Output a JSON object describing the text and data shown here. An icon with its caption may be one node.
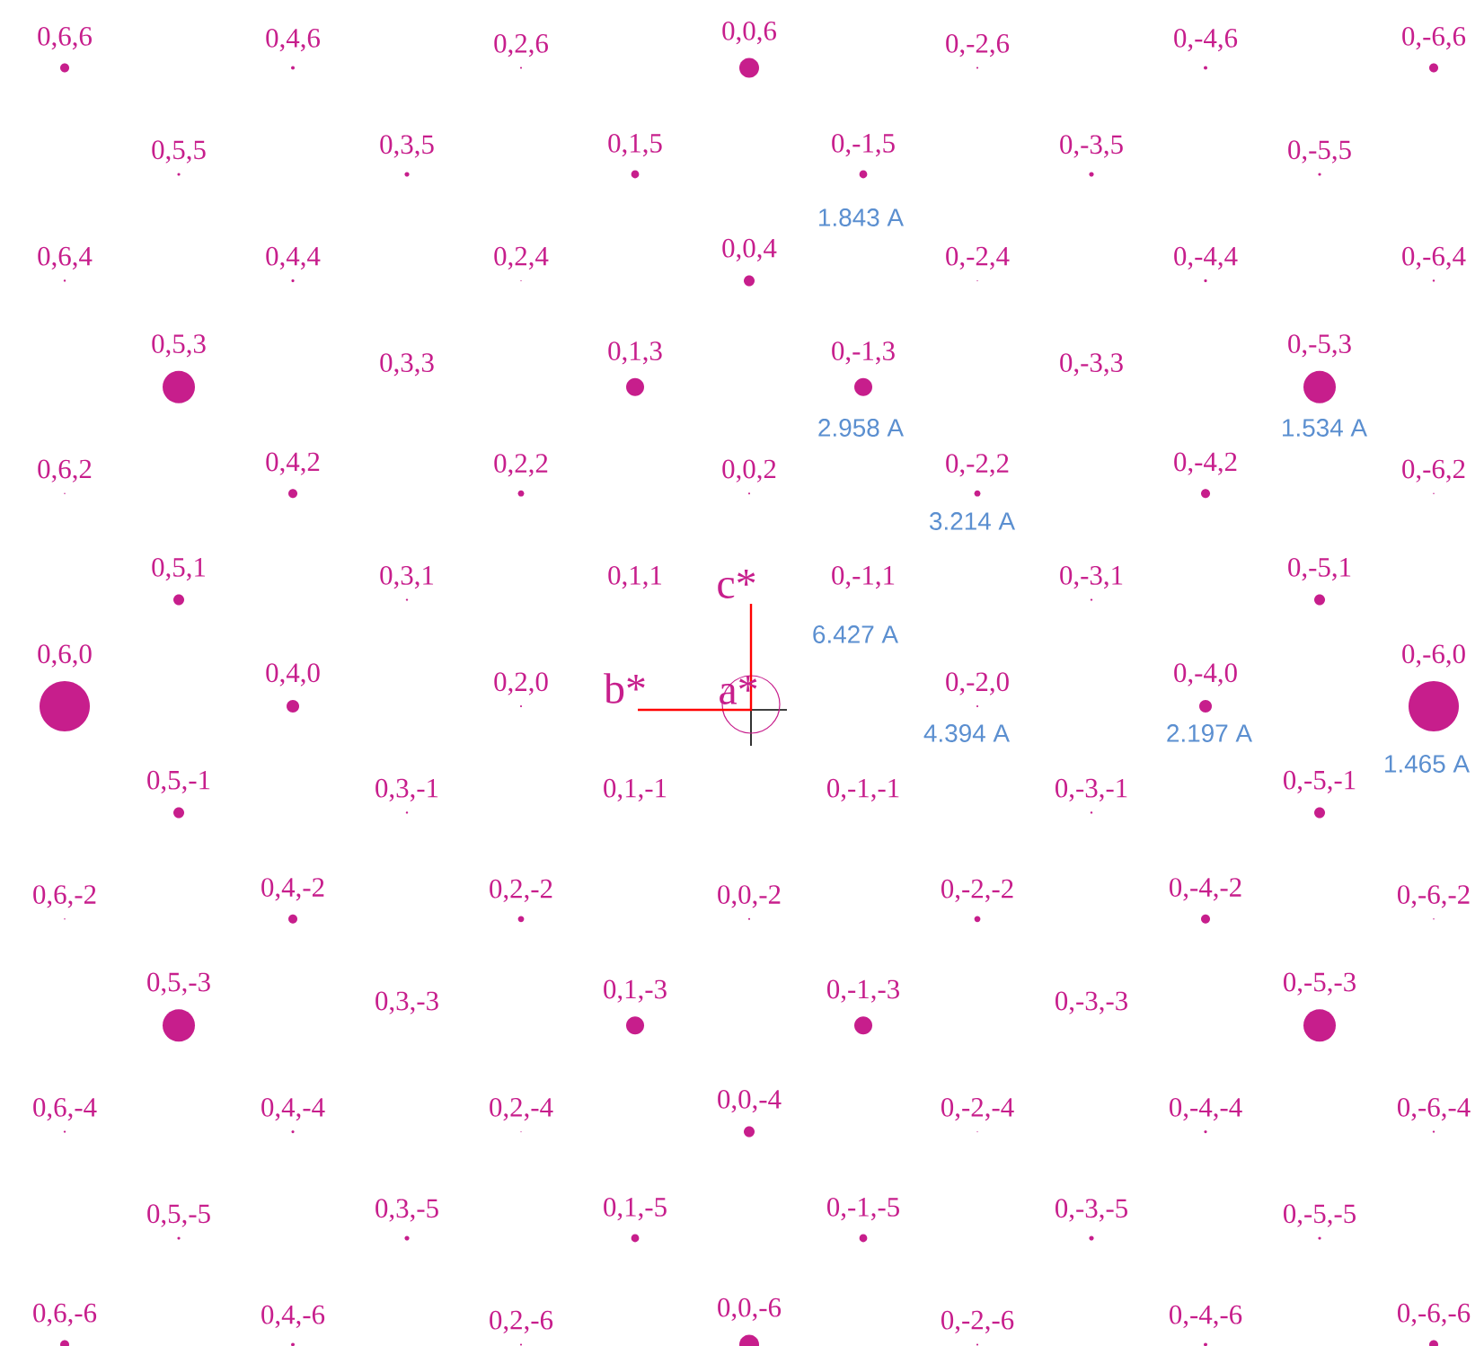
{
  "diagram": {
    "labels": [
      "0,6,6",
      "0,4,6",
      "0,2,6",
      "0,0,6",
      "0,-2,6",
      "0,-4,6",
      "0,-6,6",
      "0,5,5",
      "0,3,5",
      "0,1,5",
      "0,-1,5",
      "0,-3,5",
      "0,-5,5",
      "0,6,4",
      "0,4,4",
      "0,2,4",
      "0,0,4",
      "0,-2,4",
      "0,-4,4",
      "0,-6,4",
      "0,5,3",
      "0,3,3",
      "0,1,3",
      "0,-1,3",
      "0,-3,3",
      "0,-5,3",
      "0,6,2",
      "0,4,2",
      "0,2,2",
      "0,0,2",
      "0,-2,2",
      "0,-4,2",
      "0,-6,2",
      "0,5,1",
      "0,3,1",
      "0,1,1",
      "0,-1,1",
      "0,-3,1",
      "0,-5,1",
      "0,6,0",
      "0,4,0",
      "0,2,0",
      "0,-2,0",
      "0,-4,0",
      "0,-6,0",
      "0,5,-1",
      "0,3,-1",
      "0,1,-1",
      "0,-1,-1",
      "0,-3,-1",
      "0,-5,-1",
      "0,6,-2",
      "0,4,-2",
      "0,2,-2",
      "0,0,-2",
      "0,-2,-2",
      "0,-4,-2",
      "0,-6,-2",
      "0,5,-3",
      "0,3,-3",
      "0,1,-3",
      "0,-1,-3",
      "0,-3,-3",
      "0,-5,-3",
      "0,6,-4",
      "0,4,-4",
      "0,2,-4",
      "0,0,-4",
      "0,-2,-4",
      "0,-4,-4",
      "0,-6,-4",
      "0,5,-5",
      "0,3,-5",
      "0,1,-5",
      "0,-1,-5",
      "0,-3,-5",
      "0,-5,-5",
      "0,6,-6",
      "0,4,-6",
      "0,2,-6",
      "0,0,-6",
      "0,-2,-6",
      "0,-4,-6",
      "0,-6,-6",
      "1.843 A",
      "2.958 A",
      "1.534 A",
      "3.214 A",
      "6.427 A",
      "4.394 A",
      "2.197 A",
      "1.465 A",
      "c*",
      "b*",
      "a*"
    ]
  }
}
